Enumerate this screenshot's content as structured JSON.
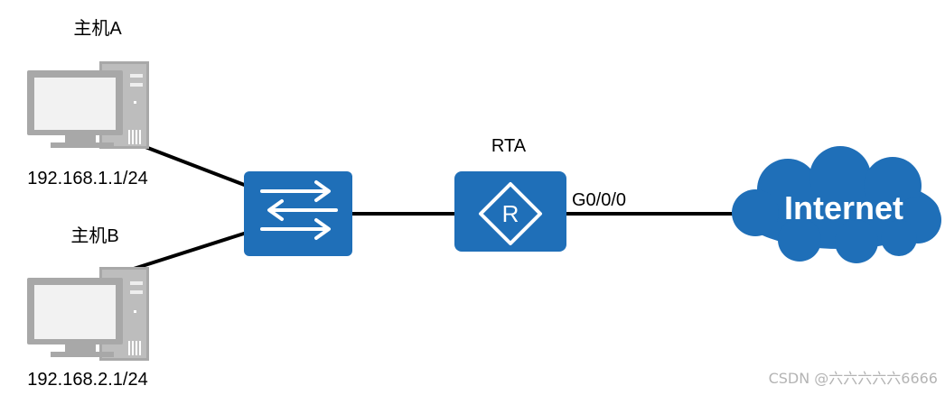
{
  "hosts": [
    {
      "name": "主机A",
      "ip": "192.168.1.1/24"
    },
    {
      "name": "主机B",
      "ip": "192.168.2.1/24"
    }
  ],
  "router": {
    "label": "RTA",
    "router_glyph": "R",
    "interface": "G0/0/0"
  },
  "switch": {
    "icon": "switch-arrows-icon"
  },
  "cloud": {
    "label": "Internet"
  },
  "colors": {
    "device_blue": "#1f6fb8",
    "pc_gray": "#a8a8a8",
    "pc_screen": "#f2f2f2",
    "link": "#000000",
    "watermark": "#b4b4b4"
  },
  "watermark": "CSDN @六六六六六6666"
}
